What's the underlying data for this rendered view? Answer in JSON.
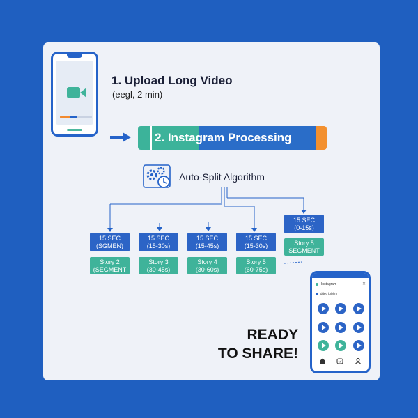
{
  "step1": {
    "title": "1. Upload Long Video",
    "subtitle": "(eegl, 2 min)"
  },
  "step2": {
    "title": "2. Instagram Processing"
  },
  "algorithm": {
    "label": "Auto-Split Algorithm"
  },
  "segments": [
    {
      "top": "15 SEC",
      "bottom": "(SGMEN)"
    },
    {
      "top": "15 SEC",
      "bottom": "(15-30s)"
    },
    {
      "top": "15 SEC",
      "bottom": "(15-45s)"
    },
    {
      "top": "15 SEC",
      "bottom": "(15-30s)"
    },
    {
      "top": "15 SEC",
      "bottom": "(0-15s)"
    }
  ],
  "stories": [
    {
      "top": "Story 2",
      "bottom": "(SEGMENT"
    },
    {
      "top": "Story 3",
      "bottom": "(30-45s)"
    },
    {
      "top": "Story 4",
      "bottom": "(30-60s)"
    },
    {
      "top": "Story 5",
      "bottom": "(60-75s)"
    },
    {
      "top": "Story 5",
      "bottom": "SEGMENT"
    }
  ],
  "ready": {
    "line1": "READY",
    "line2": "TO SHARE!"
  },
  "phone2": {
    "app_name": "Instagram",
    "subtitle": "ddeo brbhm",
    "close_symbol": "✕"
  },
  "colors": {
    "background": "#1f5fc0",
    "blue": "#2c64c6",
    "green": "#3fb39a",
    "orange": "#f3902f"
  },
  "icons": [
    "video-camera-icon",
    "arrow-right-icon",
    "gears-clock-icon",
    "play-icon",
    "home-icon",
    "heart-icon",
    "profile-icon"
  ]
}
